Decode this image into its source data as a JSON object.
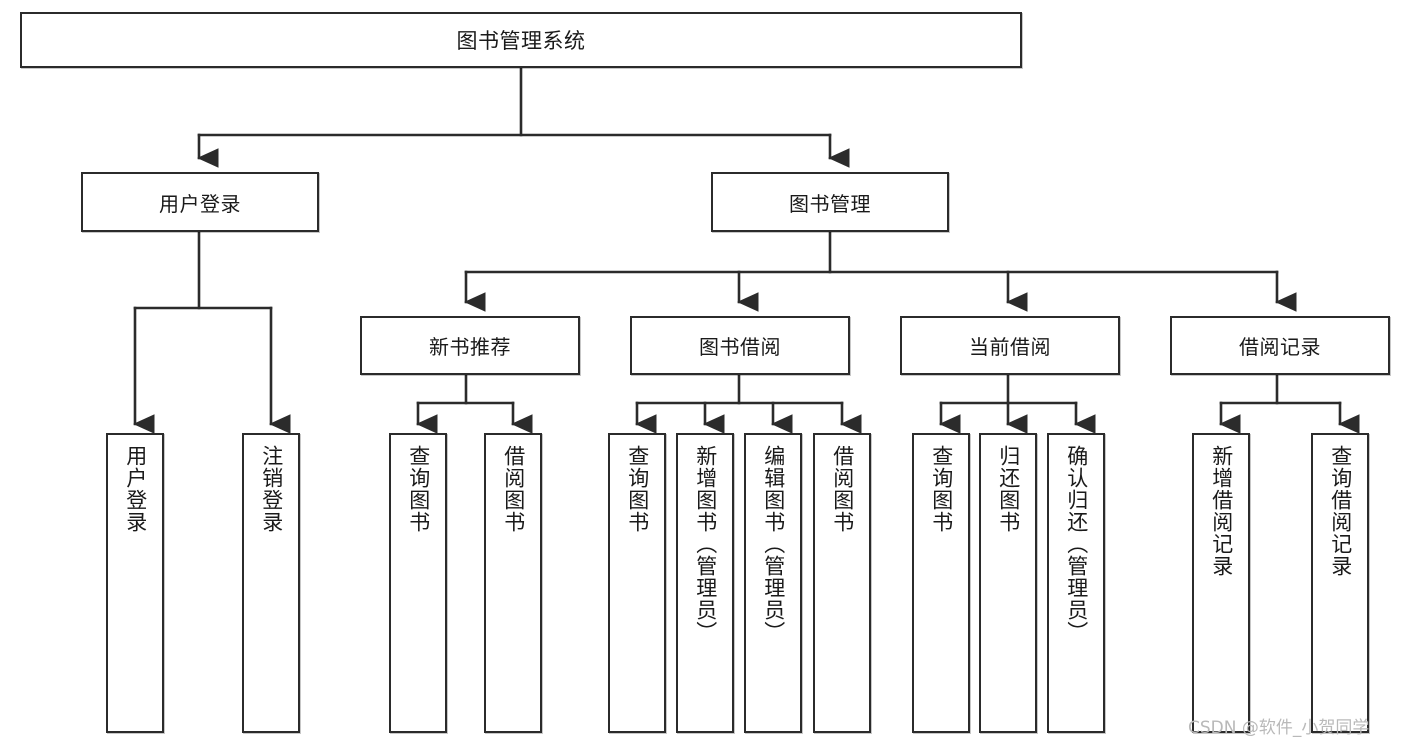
{
  "diagram": {
    "title": "图书管理系统",
    "type": "tree",
    "orientation": "top-down",
    "colors": {
      "box_border": "#2b2b2b",
      "box_fill": "#ffffff",
      "connector": "#2b2b2b",
      "text": "#1a1a1a",
      "watermark": "#b9b9b9",
      "background": "#ffffff"
    }
  },
  "nodes": {
    "root": {
      "label": "图书管理系统",
      "level": 0
    },
    "level1": [
      {
        "id": "user-login",
        "label": "用户登录"
      },
      {
        "id": "book-manage",
        "label": "图书管理"
      }
    ],
    "level2": [
      {
        "id": "new-book-recommend",
        "label": "新书推荐",
        "parent": "book-manage"
      },
      {
        "id": "book-borrow",
        "label": "图书借阅",
        "parent": "book-manage"
      },
      {
        "id": "current-borrow",
        "label": "当前借阅",
        "parent": "book-manage"
      },
      {
        "id": "borrow-record",
        "label": "借阅记录",
        "parent": "book-manage"
      }
    ],
    "leaves": [
      {
        "id": "leaf-user-login",
        "label": "用户登录",
        "parent": "user-login"
      },
      {
        "id": "leaf-logout-login",
        "label": "注销登录",
        "parent": "user-login"
      },
      {
        "id": "leaf-query-book-1",
        "label": "查询图书",
        "parent": "new-book-recommend"
      },
      {
        "id": "leaf-borrow-book-1",
        "label": "借阅图书",
        "parent": "new-book-recommend"
      },
      {
        "id": "leaf-query-book-2",
        "label": "查询图书",
        "parent": "book-borrow"
      },
      {
        "id": "leaf-add-book",
        "label": "新增图书（管理员）",
        "parent": "book-borrow"
      },
      {
        "id": "leaf-edit-book",
        "label": "编辑图书（管理员）",
        "parent": "book-borrow"
      },
      {
        "id": "leaf-borrow-book-2",
        "label": "借阅图书",
        "parent": "book-borrow"
      },
      {
        "id": "leaf-query-book-3",
        "label": "查询图书",
        "parent": "current-borrow"
      },
      {
        "id": "leaf-return-book",
        "label": "归还图书",
        "parent": "current-borrow"
      },
      {
        "id": "leaf-confirm-return",
        "label": "确认归还（管理员）",
        "parent": "current-borrow"
      },
      {
        "id": "leaf-add-record",
        "label": "新增借阅记录",
        "parent": "borrow-record"
      },
      {
        "id": "leaf-query-record",
        "label": "查询借阅记录",
        "parent": "borrow-record"
      }
    ]
  },
  "watermark": {
    "text": "CSDN @软件_小贺同学"
  }
}
